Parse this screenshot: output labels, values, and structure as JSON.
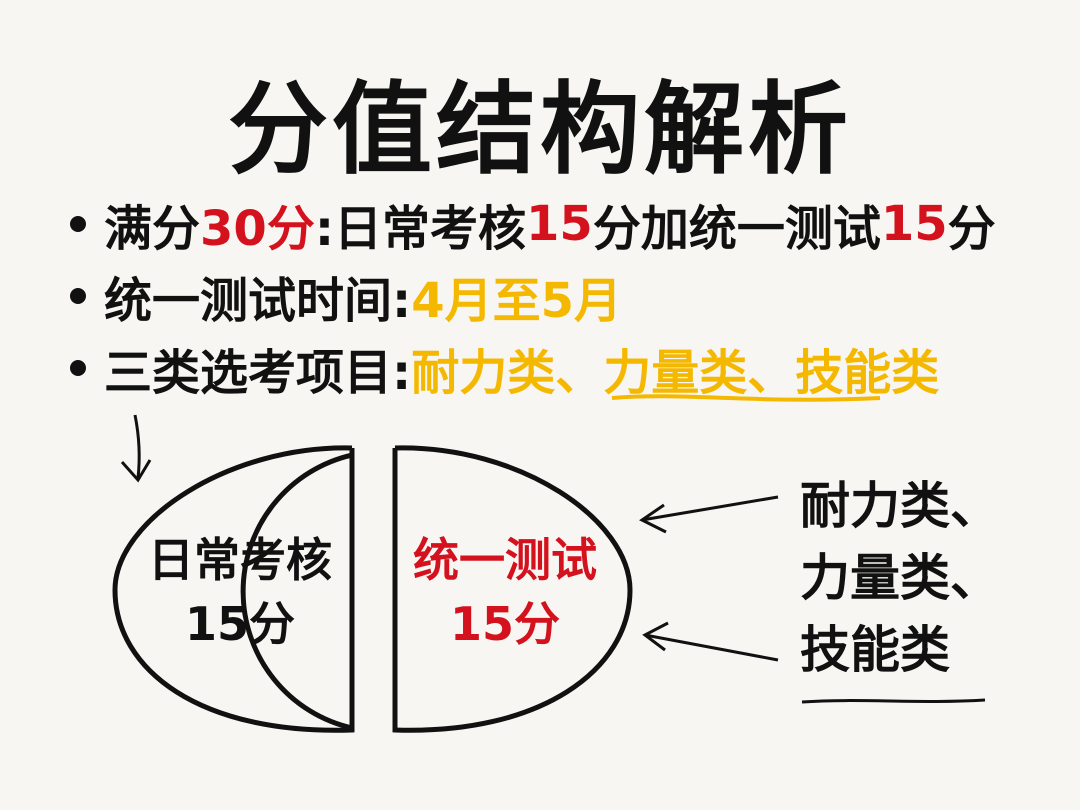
{
  "title": "分值结构解析",
  "bullets": [
    {
      "p1": "满分",
      "p2": "30分",
      "p3": ":日常考核",
      "p4": "15",
      "p5": "分加统一测试",
      "p6": "15",
      "p7": "分"
    },
    {
      "p1": "统一测试时间:",
      "p2": "4月至5月"
    },
    {
      "p1": "三类选考项目:",
      "p2": "耐力类、力量类、技能类"
    }
  ],
  "left_half": {
    "line1": "日常考核",
    "line2": "15分"
  },
  "right_half": {
    "line1": "统一测试",
    "line2": "15分"
  },
  "side_list": [
    "耐力类、",
    "力量类、",
    "技能类"
  ],
  "colors": {
    "accent_red": "#d4121e",
    "accent_yellow": "#f5b800",
    "ink": "#111111"
  }
}
